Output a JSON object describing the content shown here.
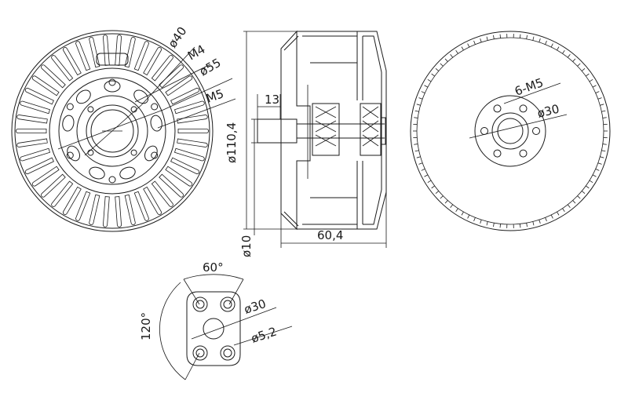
{
  "colors": {
    "line": "#1a1a1a",
    "background": "#ffffff"
  },
  "front_view": {
    "labels": {
      "d40": "ø40",
      "m4": "M4",
      "d55": "ø55",
      "m5": "M5"
    }
  },
  "side_view": {
    "labels": {
      "width_13": "13",
      "d110": "ø110,4",
      "d10": "ø10",
      "length": "60,4"
    }
  },
  "rear_view": {
    "labels": {
      "m5_holes": "6-M5",
      "d30": "ø30"
    }
  },
  "mount_view": {
    "labels": {
      "angle_60": "60°",
      "angle_120": "120°",
      "d30": "ø30",
      "d5": "ø5,2"
    }
  }
}
